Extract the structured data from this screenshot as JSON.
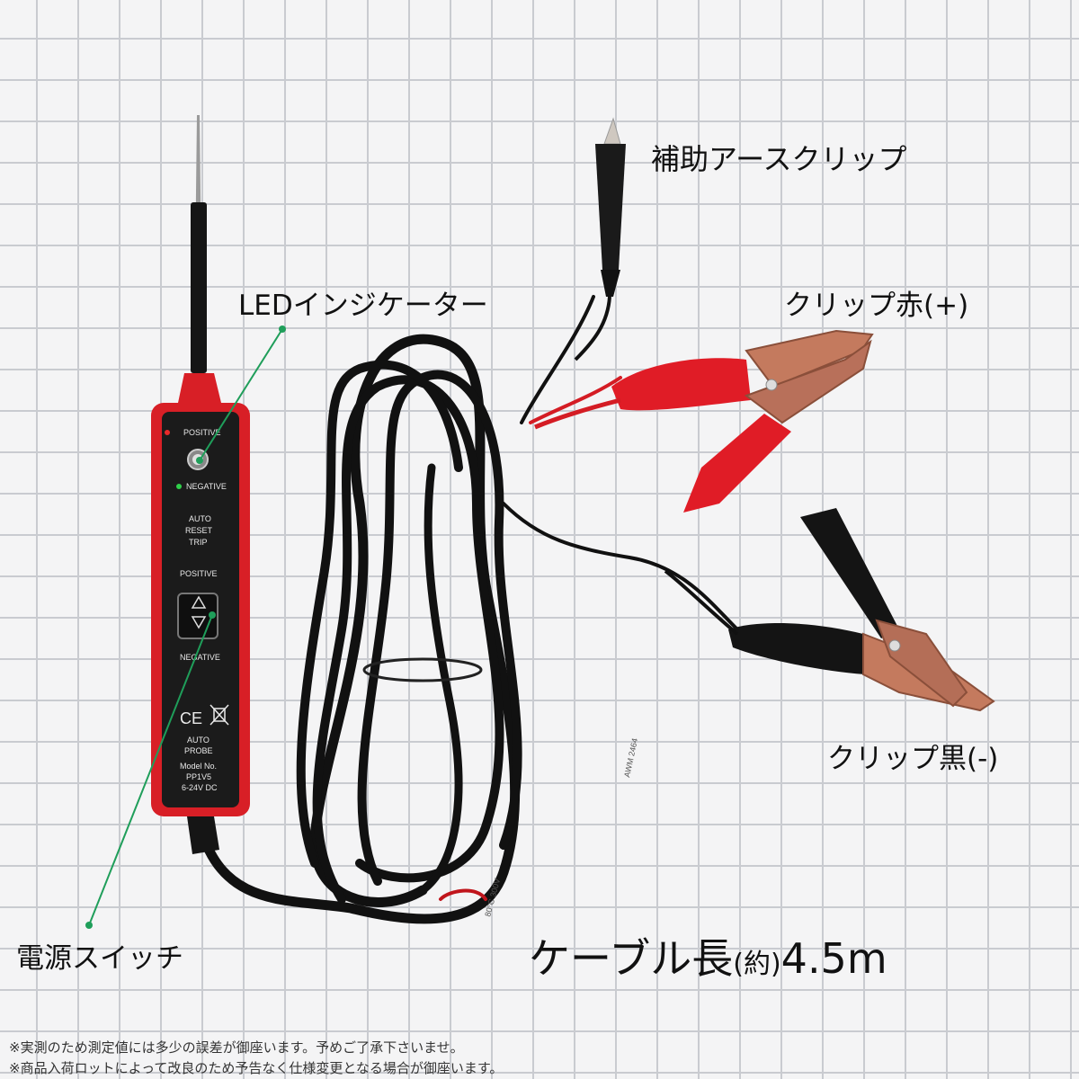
{
  "labels": {
    "aux_ground_clip": "補助アースクリップ",
    "led_indicator": "LEDインジケーター",
    "clip_red": "クリップ赤(+)",
    "clip_black": "クリップ黒(-)",
    "power_switch": "電源スイッチ",
    "cable_length_prefix": "ケーブル長",
    "cable_length_paren": "(約)",
    "cable_length_value": "4.5m"
  },
  "probe": {
    "positive_top": "POSITIVE",
    "negative_top": "NEGATIVE",
    "auto_reset_trip": [
      "AUTO",
      "RESET",
      "TRIP"
    ],
    "positive_mid": "POSITIVE",
    "negative_mid": "NEGATIVE",
    "ce_mark": "CE",
    "auto_probe": [
      "AUTO",
      "PROBE"
    ],
    "model": [
      "Model No.",
      "PP1V5",
      "6-24V DC"
    ]
  },
  "cable_print": [
    "AWM 2464",
    "80°C 300V"
  ],
  "notes": [
    "※実測のため測定値には多少の誤差が御座います。予めご了承下さいませ。",
    "※商品入荷ロットによって改良のため予告なく仕様変更となる場合が御座います。"
  ],
  "colors": {
    "probe_red": "#d81f26",
    "leader_green": "#1f9e5a",
    "cable_black": "#111111",
    "clip_copper": "#c47a5e",
    "clip_red": "#e8202a",
    "grid_line": "#c9cbd0"
  }
}
